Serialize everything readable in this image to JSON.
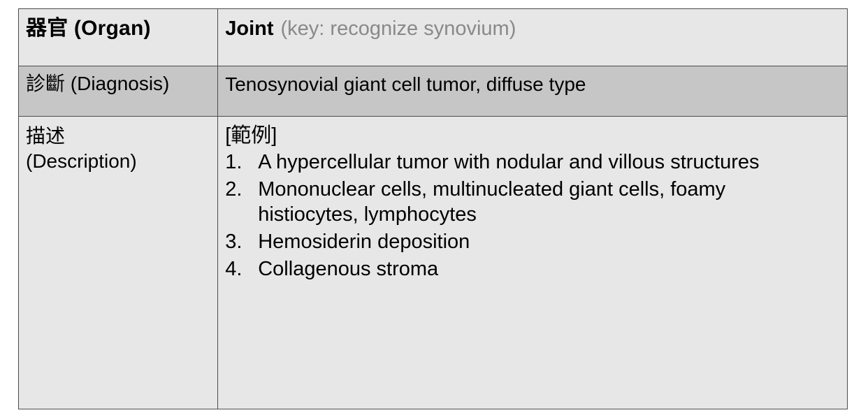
{
  "table": {
    "rows": [
      {
        "label": "器官 (Organ)",
        "organ_name": "Joint",
        "organ_key": "(key: recognize synovium)"
      },
      {
        "label": "診斷 (Diagnosis)",
        "value": "Tenosynovial giant cell tumor, diffuse type"
      },
      {
        "label_line1": "描述",
        "label_line2": "(Description)",
        "example_tag": "[範例]",
        "items": [
          {
            "number": "1.",
            "text": "A hypercellular tumor with nodular and villous structures"
          },
          {
            "number": "2.",
            "text": "Mononuclear cells, multinucleated giant cells, foamy histiocytes, lymphocytes"
          },
          {
            "number": "3.",
            "text": "Hemosiderin deposition"
          },
          {
            "number": "4.",
            "text": "Collagenous stroma"
          }
        ]
      }
    ]
  },
  "colors": {
    "header_row_bg": "#e7e7e7",
    "diagnosis_row_bg": "#c6c6c6",
    "description_row_bg": "#e7e7e7",
    "border": "#4c4c4c",
    "text": "#000000",
    "muted_text": "#898989",
    "page_bg": "#ffffff"
  }
}
